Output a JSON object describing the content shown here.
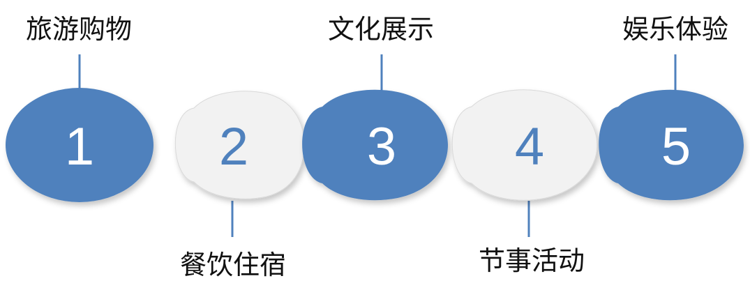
{
  "colors": {
    "dark": "#4f81bd",
    "light": "#f2f2f2",
    "lightStroke": "#d9d9d9",
    "connector": "#4f81bd",
    "numOnDark": "#ffffff",
    "numOnLight": "#4f81bd"
  },
  "steps": [
    {
      "number": "1",
      "label": "旅游购物",
      "style": "dark"
    },
    {
      "number": "2",
      "label": "餐饮住宿",
      "style": "light"
    },
    {
      "number": "3",
      "label": "文化展示",
      "style": "dark"
    },
    {
      "number": "4",
      "label": "节事活动",
      "style": "light"
    },
    {
      "number": "5",
      "label": "娱乐体验",
      "style": "dark"
    }
  ]
}
